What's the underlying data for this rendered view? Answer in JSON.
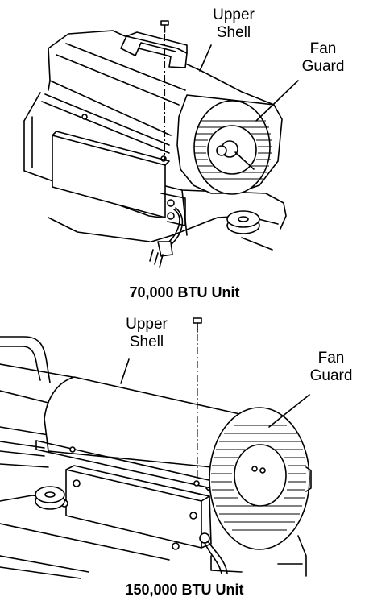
{
  "diagram_top": {
    "upper_shell_label": [
      "Upper",
      "Shell"
    ],
    "fan_guard_label": [
      "Fan",
      "Guard"
    ],
    "caption": "70,000 BTU Unit"
  },
  "diagram_bottom": {
    "upper_shell_label": [
      "Upper",
      "Shell"
    ],
    "fan_guard_label": [
      "Fan",
      "Guard"
    ],
    "caption": "150,000 BTU Unit"
  }
}
